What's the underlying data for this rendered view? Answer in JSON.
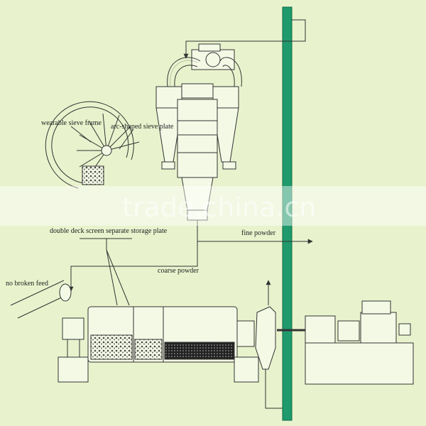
{
  "labels": {
    "wearable_sieve_frame": "wearable sieve frame",
    "arc_shaped_sieve_plate": "arc-shaped sieve plate",
    "double_deck_screen": "double deck screen separate storage plate",
    "fine_powder": "fine powder",
    "coarse_powder": "coarse powder",
    "no_broken_feed": "no broken feed"
  },
  "watermark": "trade.china.cn",
  "colors": {
    "background": "#e8f3cd",
    "return_pipe": "#1f9a6c",
    "lines": "#333333",
    "watermark_band": "#ffffff"
  }
}
